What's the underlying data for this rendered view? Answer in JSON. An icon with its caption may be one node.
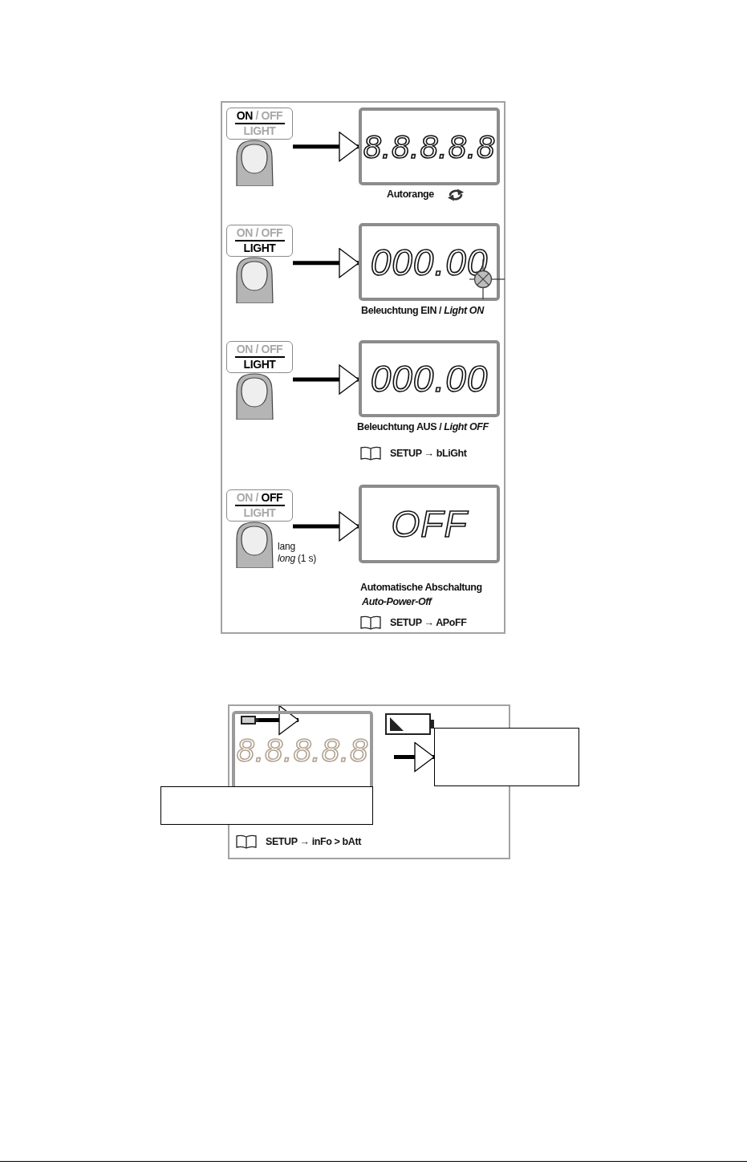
{
  "diagram": {
    "nodes": [
      {
        "text": [],
        "shape": "box"
      },
      {
        "text": [
          "**ON** / OFF",
          "LIGHT"
        ],
        "in": 0
      },
      {
        "text": [
          "8.8.8.8.8"
        ],
        "beside": [
          "Autorange"
        ],
        "in": 0
      },
      {
        "text": [
          "ON / OFF",
          "LIGHT"
        ],
        "in": 0
      },
      {
        "text": [
          "000.00"
        ],
        "beside": [
          "Beleuchtung EIN / *Light ON*"
        ],
        "in": 0
      },
      {
        "text": [
          "ON / OFF",
          "LIGHT"
        ],
        "in": 0
      },
      {
        "text": [
          "000.00"
        ],
        "beside": [
          "Beleuchtung AUS / *Light OFF*"
        ],
        "in": 0
      },
      {
        "text": [
          "ON / **OFF**",
          "LIGHT"
        ],
        "in": 0
      },
      {
        "text": [
          "OFF"
        ],
        "beside": [
          "Automatische Abschaltung",
          "Auto-Power-Off"
        ],
        "in": 0
      },
      {
        "text": [],
        "shape": "box"
      },
      {
        "text": [
          "8.8.8.8.8"
        ],
        "in": 9
      },
      {
        "text": [],
        "shape": "picture",
        "in": 10
      },
      {
        "text": [],
        "shape": "box"
      },
      {
        "text": [],
        "shape": "box"
      }
    ],
    "edges": [
      {
        "from": 1,
        "to": 2,
        "arrow": "to"
      },
      {
        "from": 3,
        "to": 4,
        "arrow": "to"
      },
      {
        "from": 5,
        "to": 6,
        "arrow": "to"
      },
      {
        "from": 7,
        "to": 8,
        "arrow": "to"
      },
      {
        "from": 11,
        "to": null,
        "arrow": "to"
      },
      {
        "from": null,
        "to": 12,
        "arrow": "to"
      }
    ],
    "labels": [
      "SETUP → bLiGht",
      "lang",
      "*long* (1 s)",
      "SETUP → APoFF",
      "SETUP → inFo > bAtt"
    ]
  }
}
